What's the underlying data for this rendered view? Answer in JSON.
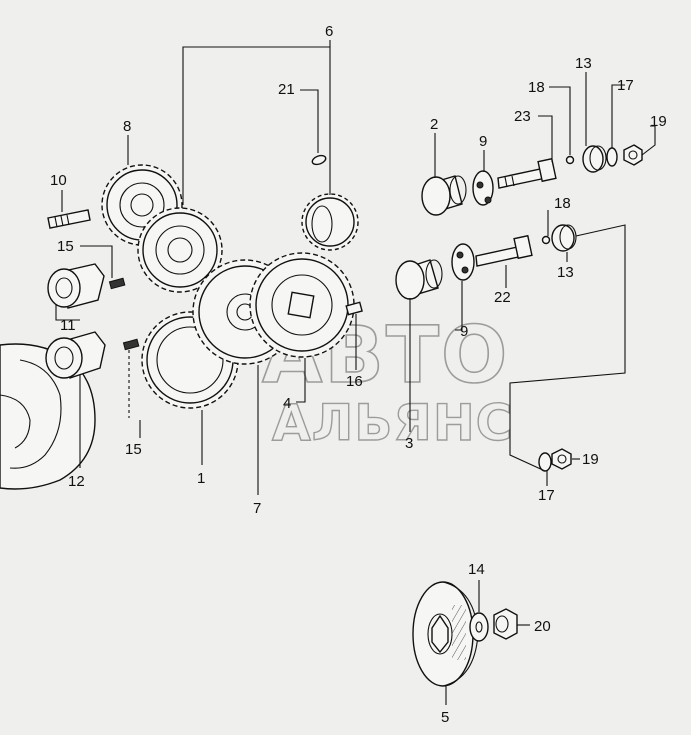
{
  "watermark": {
    "line1": "АВТО",
    "line2": "АЛЬЯНС"
  },
  "callouts": {
    "c1": "1",
    "c2": "2",
    "c3": "3",
    "c4": "4",
    "c5": "5",
    "c6": "6",
    "c7": "7",
    "c8": "8",
    "c9a": "9",
    "c9b": "9",
    "c10": "10",
    "c11": "11",
    "c12": "12",
    "c13a": "13",
    "c13b": "13",
    "c14": "14",
    "c15a": "15",
    "c15b": "15",
    "c16": "16",
    "c17a": "17",
    "c17b": "17",
    "c18a": "18",
    "c18b": "18",
    "c19a": "19",
    "c19b": "19",
    "c20": "20",
    "c21": "21",
    "c22": "22",
    "c23": "23"
  }
}
